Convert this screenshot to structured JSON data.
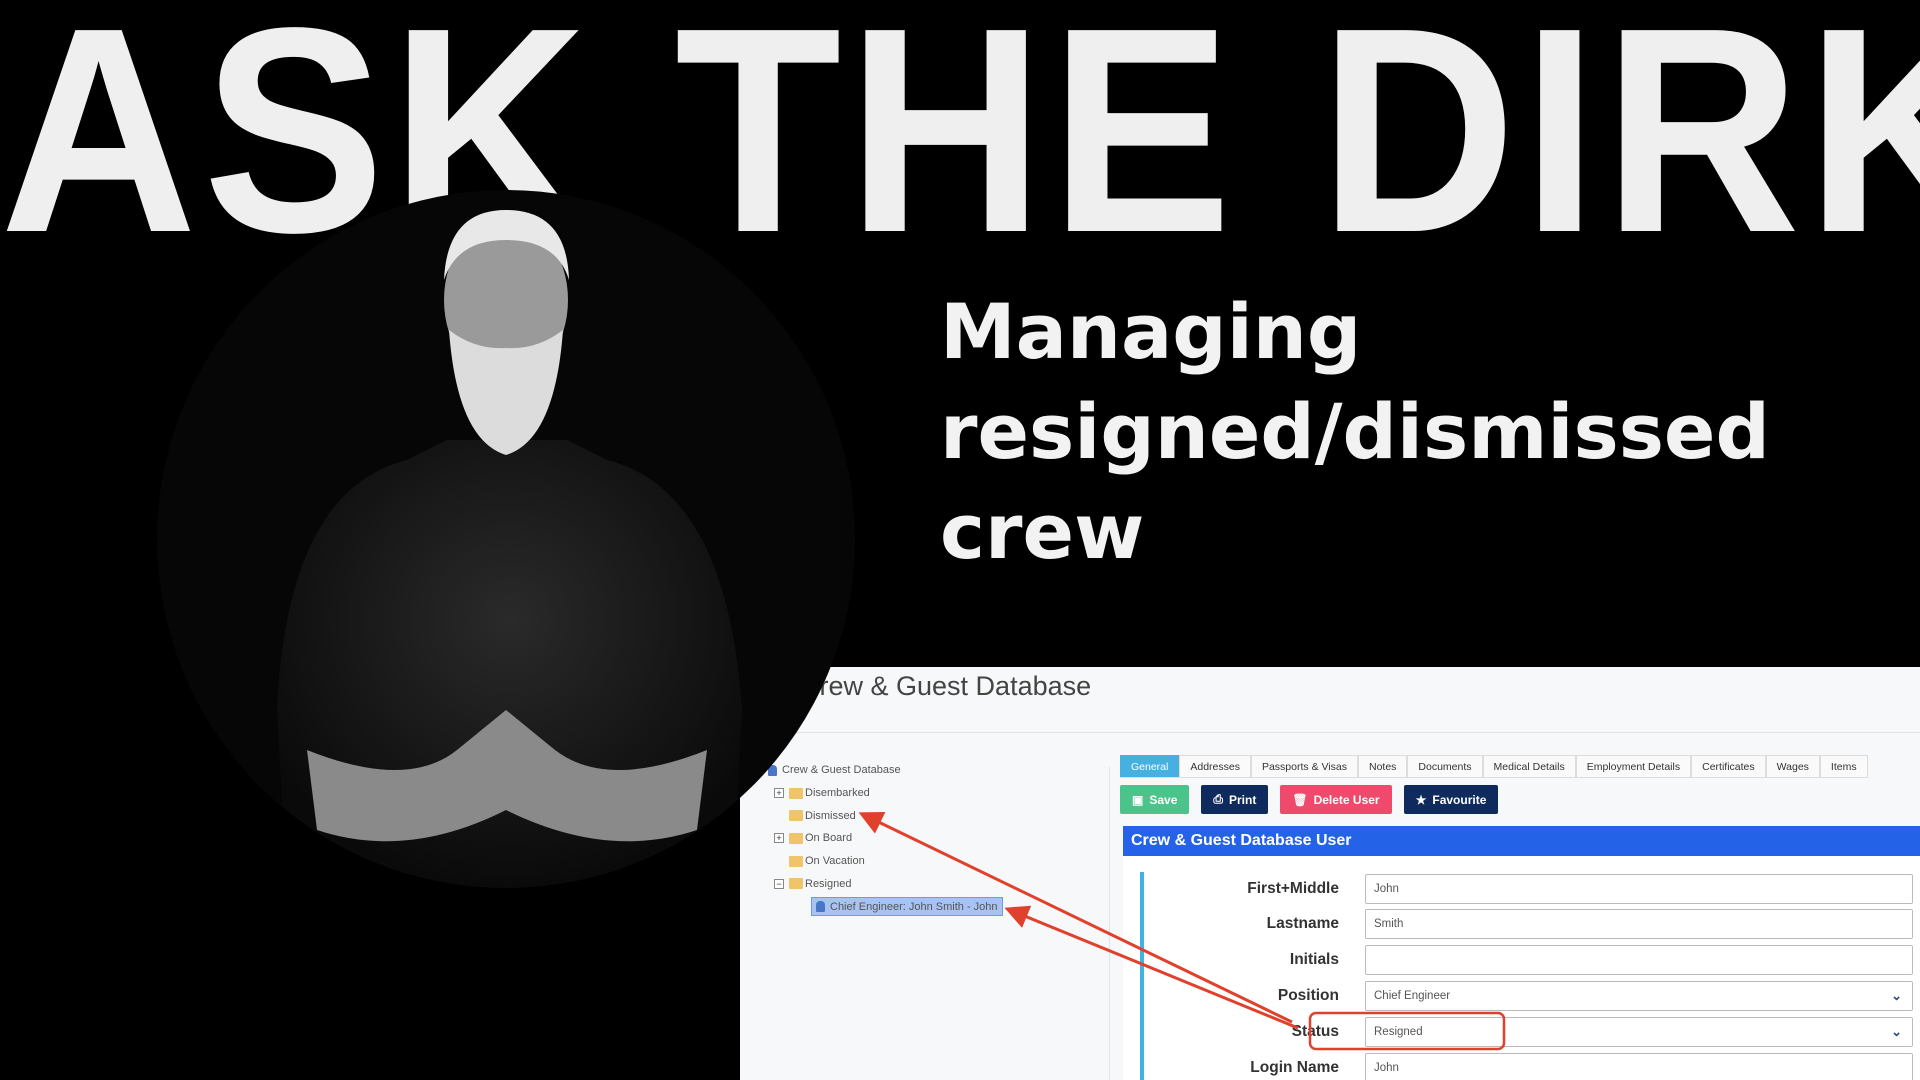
{
  "banner": {
    "title": "ASK THE DIRK",
    "subtitle_lines": [
      "Managing",
      "resigned/dismissed",
      "crew"
    ]
  },
  "app": {
    "page_title": "Crew & Guest Database",
    "tree": {
      "root": "Crew & Guest Database",
      "nodes": [
        {
          "label": "Disembarked",
          "expander": "+"
        },
        {
          "label": "Dismissed",
          "expander": ""
        },
        {
          "label": "On Board",
          "expander": "+"
        },
        {
          "label": "On Vacation",
          "expander": ""
        },
        {
          "label": "Resigned",
          "expander": "−"
        }
      ],
      "selected_child": "Chief Engineer: John Smith - John"
    },
    "tabs": [
      "General",
      "Addresses",
      "Passports & Visas",
      "Notes",
      "Documents",
      "Medical Details",
      "Employment Details",
      "Certificates",
      "Wages",
      "Items"
    ],
    "buttons": {
      "save": "Save",
      "print": "Print",
      "delete": "Delete User",
      "favourite": "Favourite"
    },
    "panel_title": "Crew & Guest Database User",
    "form": [
      {
        "label": "First+Middle",
        "value": "John"
      },
      {
        "label": "Lastname",
        "value": "Smith"
      },
      {
        "label": "Initials",
        "value": ""
      },
      {
        "label": "Position",
        "value": "Chief Engineer"
      },
      {
        "label": "Status",
        "value": "Resigned"
      },
      {
        "label": "Login Name",
        "value": "John"
      }
    ]
  },
  "colors": {
    "annotation": "#e0412c",
    "accent": "#2463e8"
  }
}
